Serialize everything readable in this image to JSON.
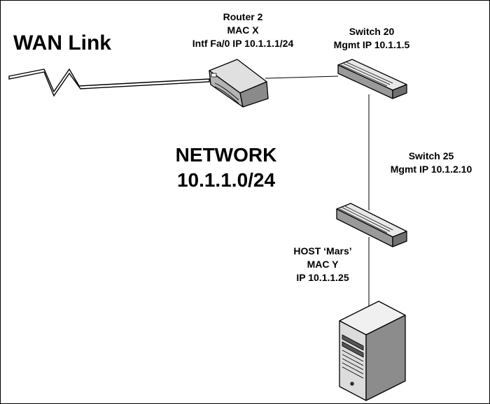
{
  "wan": {
    "label": "WAN Link"
  },
  "network": {
    "name": "NETWORK",
    "subnet": "10.1.1.0/24"
  },
  "router": {
    "name": "Router 2",
    "mac": "MAC X",
    "interface": "Intf Fa/0 IP 10.1.1.1/24"
  },
  "switch20": {
    "name": "Switch 20",
    "mgmt": "Mgmt IP 10.1.1.5"
  },
  "switch25": {
    "name": "Switch 25",
    "mgmt": "Mgmt IP 10.1.2.10"
  },
  "host": {
    "name": "HOST ‘Mars’",
    "mac": "MAC Y",
    "ip": "IP 10.1.1.25"
  }
}
